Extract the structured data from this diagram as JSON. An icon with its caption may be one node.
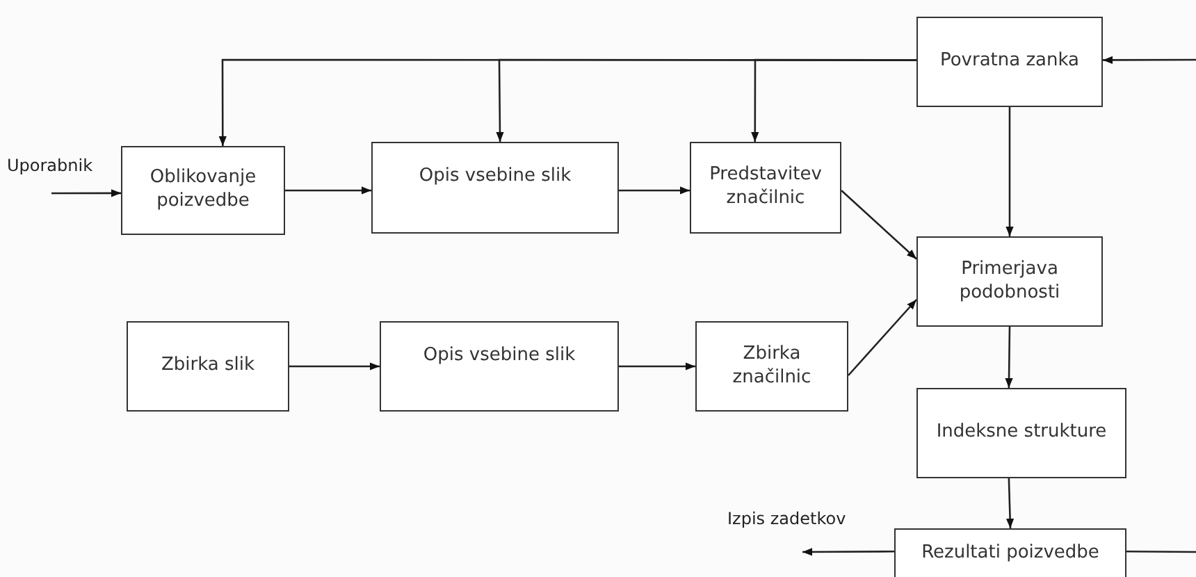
{
  "diagram": {
    "nodes": [
      {
        "text": [
          "Povratna zanka"
        ]
      },
      {
        "text": [
          "Oblikovanje poizvedbe"
        ]
      },
      {
        "text": [
          "Opis vsebine slik"
        ]
      },
      {
        "text": [
          "Predstavitev značilnic"
        ]
      },
      {
        "text": [
          "Primerjava podobnosti"
        ]
      },
      {
        "text": [
          "Zbirka slik"
        ]
      },
      {
        "text": [
          "Opis vsebine slik"
        ]
      },
      {
        "text": [
          "Zbirka značilnic"
        ]
      },
      {
        "text": [
          "Indeksne strukture"
        ]
      },
      {
        "text": [
          "Rezultati poizvedbe"
        ]
      }
    ],
    "edges": [
      {
        "from": null,
        "to": 0,
        "arrow": "to"
      },
      {
        "from": 0,
        "to": 1,
        "arrow": "to"
      },
      {
        "from": 0,
        "to": 2,
        "arrow": "to"
      },
      {
        "from": 0,
        "to": 3,
        "arrow": "to"
      },
      {
        "from": 0,
        "to": 4,
        "arrow": "to"
      },
      {
        "from": null,
        "to": 1,
        "arrow": "to",
        "label": "Uporabnik"
      },
      {
        "from": 1,
        "to": 2,
        "arrow": "to"
      },
      {
        "from": 2,
        "to": 3,
        "arrow": "to"
      },
      {
        "from": 3,
        "to": 4,
        "arrow": "to"
      },
      {
        "from": 5,
        "to": 6,
        "arrow": "to"
      },
      {
        "from": 6,
        "to": 7,
        "arrow": "to"
      },
      {
        "from": 7,
        "to": 4,
        "arrow": "to"
      },
      {
        "from": 4,
        "to": 8,
        "arrow": "to"
      },
      {
        "from": 8,
        "to": 9,
        "arrow": "to"
      },
      {
        "from": 9,
        "to": null,
        "arrow": "to",
        "label": "Izpis zadetkov"
      },
      {
        "from": 9,
        "to": null,
        "arrow": "none"
      }
    ]
  }
}
